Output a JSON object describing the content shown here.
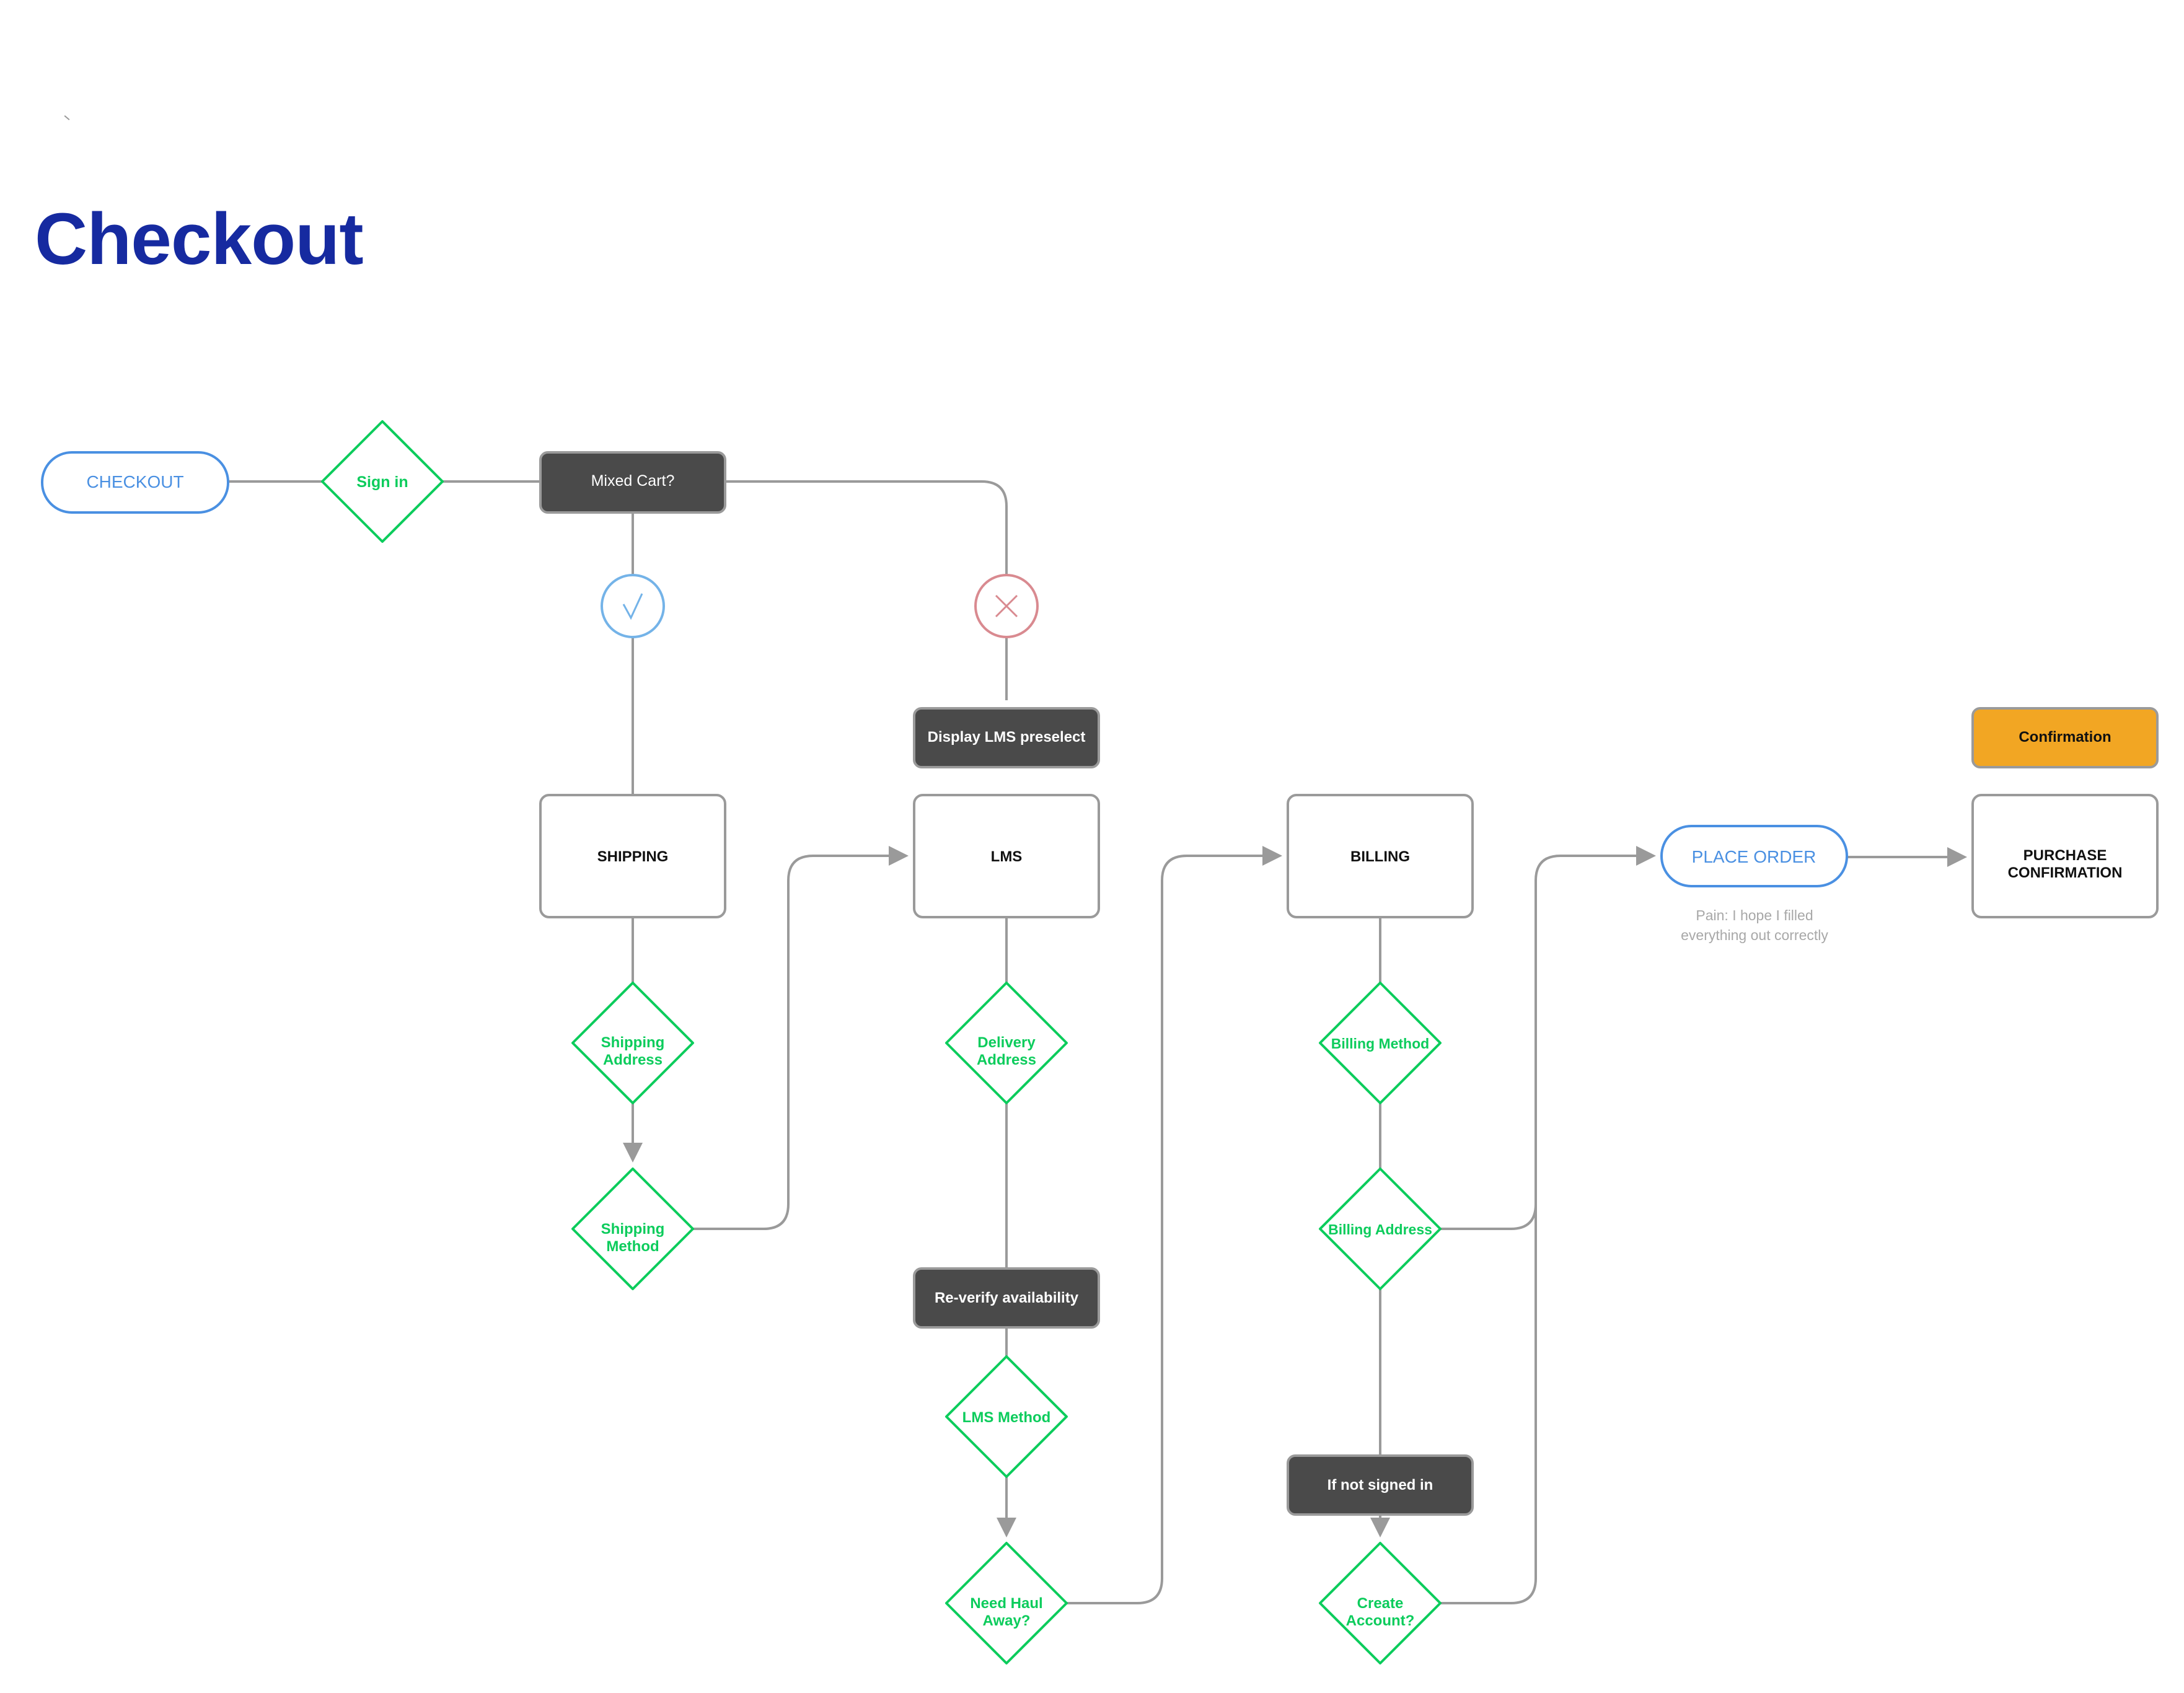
{
  "page": {
    "title": "Checkout",
    "colors": {
      "title": "#162aa0",
      "terminal": "#4a90e2",
      "decision": "#0ccc5c",
      "process_dark": "#4a4a4a",
      "process_border": "#9a9a9a",
      "connector": "#9a9a9a",
      "yes": "#74b3e8",
      "no": "#d98a90",
      "highlight": "#f2a623",
      "note": "#a8a8a8"
    }
  },
  "nodes": {
    "checkout": {
      "label": "CHECKOUT",
      "type": "terminal"
    },
    "sign_in": {
      "label": "Sign in",
      "type": "decision"
    },
    "mixed_cart": {
      "label": "Mixed Cart?",
      "type": "process-dark"
    },
    "yes_branch": {
      "icon": "check-icon",
      "type": "yes"
    },
    "no_branch": {
      "icon": "close-icon",
      "type": "no"
    },
    "display_lms": {
      "label": "Display LMS preselect",
      "type": "process-dark"
    },
    "confirmation_tag": {
      "label": "Confirmation",
      "type": "highlight"
    },
    "shipping": {
      "label": "SHIPPING",
      "type": "process"
    },
    "lms": {
      "label": "LMS",
      "type": "process"
    },
    "billing": {
      "label": "BILLING",
      "type": "process"
    },
    "place_order": {
      "label": "PLACE ORDER",
      "type": "terminal"
    },
    "purchase_confirmation": {
      "lines": [
        "PURCHASE",
        "CONFIRMATION"
      ],
      "type": "process"
    },
    "pain_note": {
      "lines": [
        "Pain: I hope I filled",
        "everything out correctly"
      ],
      "type": "note"
    },
    "shipping_address": {
      "lines": [
        "Shipping",
        "Address"
      ],
      "type": "decision"
    },
    "shipping_method": {
      "lines": [
        "Shipping",
        "Method"
      ],
      "type": "decision"
    },
    "delivery_address": {
      "lines": [
        "Delivery",
        "Address"
      ],
      "type": "decision"
    },
    "reverify": {
      "label": "Re-verify availability",
      "type": "process-dark"
    },
    "lms_method": {
      "label": "LMS Method",
      "type": "decision"
    },
    "need_haul_away": {
      "lines": [
        "Need Haul",
        "Away?"
      ],
      "type": "decision"
    },
    "billing_method": {
      "label": "Billing Method",
      "type": "decision"
    },
    "billing_address": {
      "label": "Billing Address",
      "type": "decision"
    },
    "if_not_signed_in": {
      "label": "If not signed in",
      "type": "process-dark"
    },
    "create_account": {
      "lines": [
        "Create",
        "Account?"
      ],
      "type": "decision"
    }
  },
  "edges": [
    {
      "from": "checkout",
      "to": "sign_in",
      "arrow": false
    },
    {
      "from": "sign_in",
      "to": "mixed_cart",
      "arrow": false
    },
    {
      "from": "mixed_cart",
      "to": "yes_branch",
      "arrow": false
    },
    {
      "from": "mixed_cart",
      "to": "no_branch",
      "arrow": false
    },
    {
      "from": "yes_branch",
      "to": "shipping",
      "arrow": false
    },
    {
      "from": "no_branch",
      "to": "display_lms",
      "arrow": false
    },
    {
      "from": "shipping",
      "to": "shipping_address",
      "arrow": false
    },
    {
      "from": "shipping_address",
      "to": "shipping_method",
      "arrow": true
    },
    {
      "from": "shipping_method",
      "to": "lms",
      "arrow": true
    },
    {
      "from": "lms",
      "to": "delivery_address",
      "arrow": false
    },
    {
      "from": "delivery_address",
      "to": "reverify",
      "arrow": false
    },
    {
      "from": "reverify",
      "to": "lms_method",
      "arrow": false
    },
    {
      "from": "lms_method",
      "to": "need_haul_away",
      "arrow": true
    },
    {
      "from": "need_haul_away",
      "to": "billing",
      "arrow": true
    },
    {
      "from": "billing",
      "to": "billing_method",
      "arrow": false
    },
    {
      "from": "billing_method",
      "to": "billing_address",
      "arrow": false
    },
    {
      "from": "billing_address",
      "to": "if_not_signed_in",
      "arrow": false
    },
    {
      "from": "if_not_signed_in",
      "to": "create_account",
      "arrow": true
    },
    {
      "from": "billing_address",
      "to": "place_order",
      "arrow": true
    },
    {
      "from": "create_account",
      "to": "place_order",
      "arrow": true
    },
    {
      "from": "place_order",
      "to": "purchase_confirmation",
      "arrow": true
    }
  ]
}
